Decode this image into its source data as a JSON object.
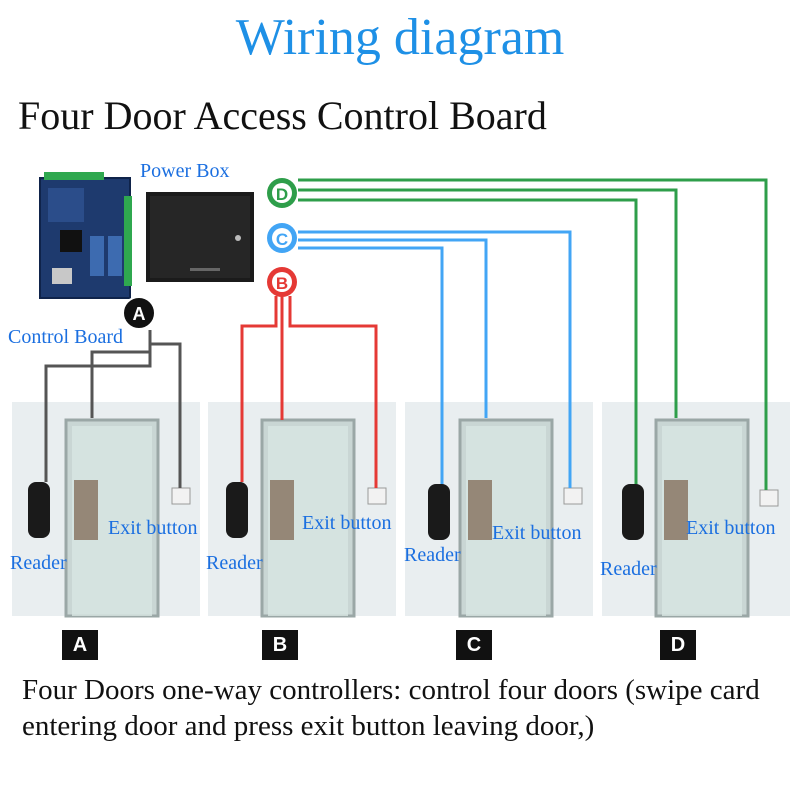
{
  "title": "Wiring diagram",
  "subtitle": "Four Door Access Control Board",
  "power_box_label": "Power Box",
  "control_board_label": "Control Board",
  "markers": {
    "A": "A",
    "B": "B",
    "C": "C",
    "D": "D"
  },
  "colors": {
    "title": "#1e90e6",
    "label": "#1b6fe0",
    "wire_a": "#555555",
    "wire_b": "#e53935",
    "wire_c": "#42a5f5",
    "wire_d": "#2e9e4a"
  },
  "doors": [
    {
      "id": "A",
      "reader_label": "Reader",
      "exit_label": "Exit button"
    },
    {
      "id": "B",
      "reader_label": "Reader",
      "exit_label": "Exit button"
    },
    {
      "id": "C",
      "reader_label": "Reader",
      "exit_label": "Exit button"
    },
    {
      "id": "D",
      "reader_label": "Reader",
      "exit_label": "Exit button"
    }
  ],
  "caption": "Four Doors one-way controllers: control four doors (swipe card entering door and press exit button leaving door,)"
}
